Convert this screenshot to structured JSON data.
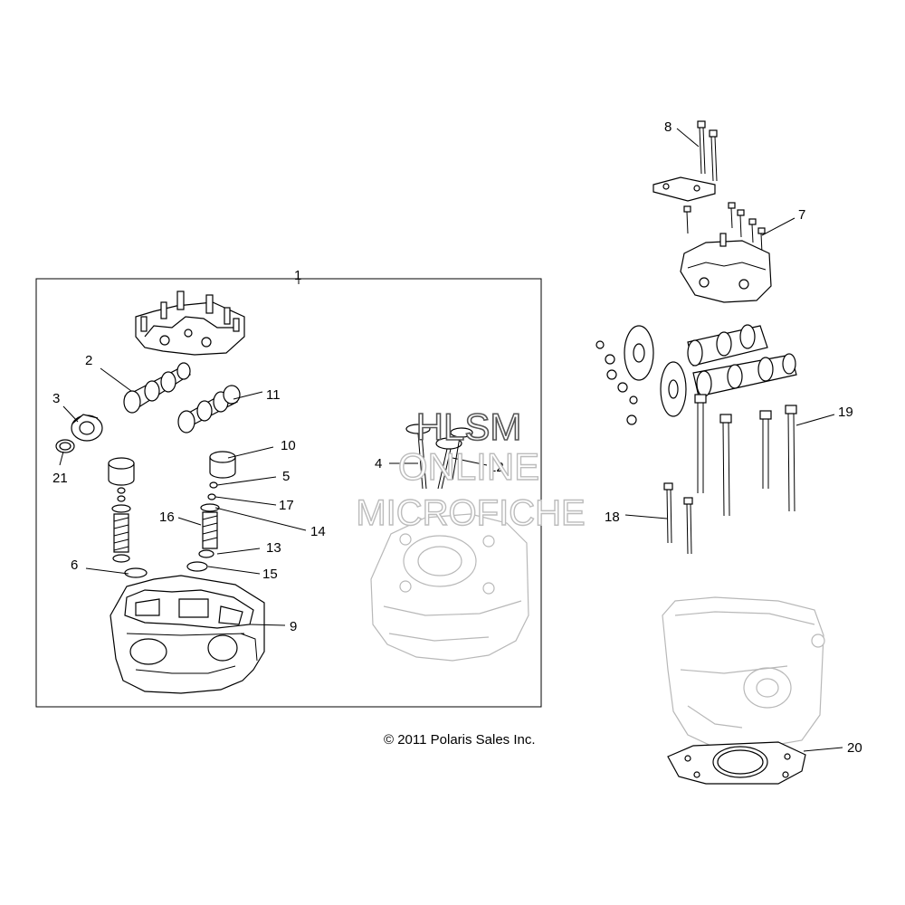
{
  "diagram": {
    "copyright": "© 2011 Polaris Sales Inc.",
    "watermark": [
      "HLSM",
      "ONLINE",
      "MICROFICHE"
    ],
    "callouts": [
      "1",
      "2",
      "3",
      "4",
      "5",
      "6",
      "7",
      "8",
      "9",
      "10",
      "11",
      "12",
      "13",
      "14",
      "15",
      "16",
      "17",
      "18",
      "19",
      "20",
      "21"
    ]
  }
}
